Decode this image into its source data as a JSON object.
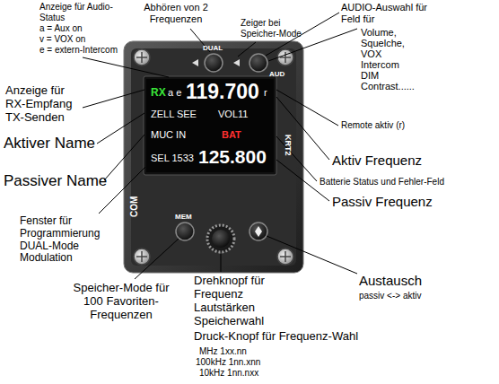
{
  "diagram": {
    "nodes": [
      {
        "text": [
          "RX",
          "a e",
          "119.700",
          "r",
          "ZELL SEE",
          "VOL11",
          "MUC IN",
          "BAT",
          "SEL 1533",
          "125.800"
        ]
      }
    ],
    "labels": [
      "Anzeige für Audio-Status",
      "a = Aux on",
      "v = VOX on",
      "e = extern-Intercom",
      "Abhören von 2 Frequenzen",
      "Zeiger bei Speicher-Mode",
      "AUDIO-Auswahl für Feld für",
      "Volume,",
      "Squelche,",
      "VOX",
      "Intercom",
      "DIM",
      "Contrast......",
      "Anzeige für RX-Empfang TX-Senden",
      "Aktiver Name",
      "Passiver Name",
      "Remote aktiv (r)",
      "Aktiv Frequenz",
      "Batterie Status und Fehler-Feld",
      "Passiv Frequenz",
      "Fenster für Programmierung DUAL-Mode Modulation",
      "Speicher-Mode für 100 Favoriten-Frequenzen",
      "Drehknopf für Frequenz Lautstärken Speicherwahl",
      "Druck-Knopf für Frequenz-Wahl",
      "MHz 1xx.nn",
      "100kHz 1nn.xnn",
      "10kHz 1nn.nxx",
      "Austausch",
      "passiv <-> aktiv",
      "DUAL",
      "AUD",
      "MEM",
      "COM",
      "KRT2"
    ]
  }
}
